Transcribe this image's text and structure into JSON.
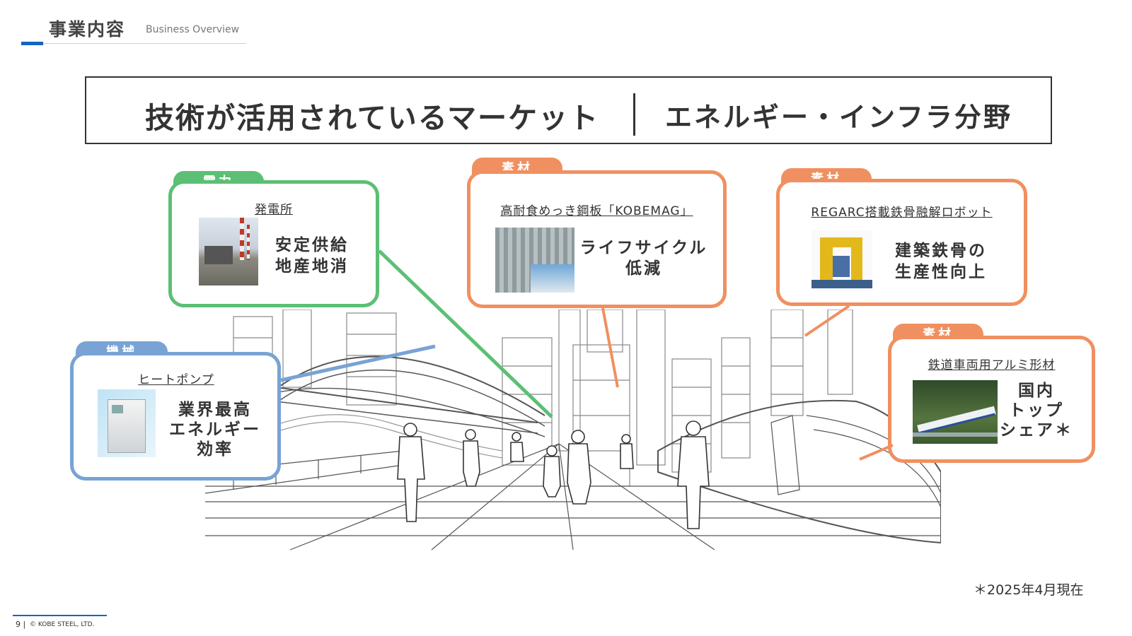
{
  "header": {
    "title": "事業内容",
    "subtitle": "Business Overview"
  },
  "banner": {
    "left": "技術が活用されているマーケット",
    "right": "エネルギー・インフラ分野"
  },
  "callouts": [
    {
      "tag": "電力",
      "title": "発電所",
      "lines": [
        "安定供給",
        "地産地消"
      ],
      "color": "#5cbf75"
    },
    {
      "tag": "機械",
      "title": "ヒートポンプ",
      "lines": [
        "業界最高",
        "エネルギー",
        "効率"
      ],
      "color": "#78a3d4"
    },
    {
      "tag": "素材",
      "title": "高耐食めっき鋼板「KOBEMAG」",
      "lines": [
        "ライフサイクル",
        "低減"
      ],
      "color": "#f09060"
    },
    {
      "tag": "素材",
      "title": "REGARC搭載鉄骨融解ロボット",
      "lines": [
        "建築鉄骨の",
        "生産性向上"
      ],
      "color": "#f09060"
    },
    {
      "tag": "素材",
      "title": "鉄道車両用アルミ形材",
      "lines": [
        "国内",
        "トップ",
        "シェア＊"
      ],
      "color": "#f09060"
    }
  ],
  "note": "＊2025年4月現在",
  "footer": {
    "page": "9",
    "copyright": "© KOBE STEEL, LTD."
  }
}
